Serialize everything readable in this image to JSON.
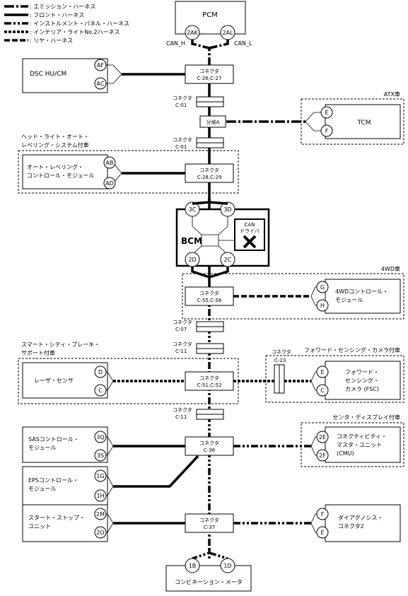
{
  "legend": [
    {
      "label": ": エミッション・ハーネス",
      "style": "emission"
    },
    {
      "label": ": フロント・ハーネス",
      "style": "front"
    },
    {
      "label": ": インストルメント・パネル・ハーネス",
      "style": "instrument"
    },
    {
      "label": ": インテリア・ライトNo.2ハーネス",
      "style": "interior"
    },
    {
      "label": ": リヤ・ハーネス",
      "style": "rear"
    }
  ],
  "pcm": {
    "title": "PCM",
    "pin_left": "2AK",
    "pin_right": "2AL",
    "can_h": "CAN_H",
    "can_l": "CAN_L"
  },
  "connectors": {
    "c26": {
      "title": "コネクタ",
      "code": "C-26,C-27"
    },
    "c01a": {
      "title": "コネクタ",
      "code": "C-01"
    },
    "branch": "分岐A",
    "c01b": {
      "title": "コネクタ",
      "code": "C-01"
    },
    "c28": {
      "title": "コネクタ",
      "code": "C-28,C-29"
    },
    "c55": {
      "title": "コネクタ",
      "code": "C-55,C-56"
    },
    "c07": {
      "title": "コネクタ",
      "code": "C-07"
    },
    "c11a": {
      "title": "コネクタ",
      "code": "C-11"
    },
    "c51": {
      "title": "コネクタ",
      "code": "C-51,C-52"
    },
    "c23": {
      "title": "コネクタ",
      "code": "C-23"
    },
    "c11b": {
      "title": "コネクタ",
      "code": "C-11"
    },
    "c36": {
      "title": "コネクタ",
      "code": "C-36"
    },
    "c37": {
      "title": "コネクタ",
      "code": "C-37"
    }
  },
  "dsc": {
    "title": "DSC HU/CM",
    "pin_top": "AF",
    "pin_bottom": "AC"
  },
  "tcm": {
    "title": "TCM",
    "pin_top": "E",
    "pin_bottom": "F",
    "group": "ATX車"
  },
  "headlight": {
    "group_line1": "ヘッド・ライト・オート・",
    "group_line2": "レベリング・システム付車",
    "title_line1": "オート・レベリング・",
    "title_line2": "コントロール・モジュール",
    "pin_top": "AB",
    "pin_bottom": "AD"
  },
  "bcm": {
    "title": "BCM",
    "pin_tl": "3C",
    "pin_tr": "3D",
    "pin_bl": "2D",
    "pin_br": "2C",
    "driver_line1": "CAN",
    "driver_line2": "ドライバ"
  },
  "fourwd": {
    "group": "4WD車",
    "title_line1": "4WDコントロール・",
    "title_line2": "モジュール",
    "pin_top": "G",
    "pin_bottom": "H"
  },
  "laser": {
    "group_line1": "スマート・シティ・ブレーキ・",
    "group_line2": "サポート付車",
    "title": "レーザ・センサ",
    "pin_top": "D",
    "pin_bottom": "C"
  },
  "fsc": {
    "group": "フォワード・センシング・カメラ付車",
    "title_line1": "フォワード・",
    "title_line2": "センシング・",
    "title_line3": "カメラ (FSC)",
    "pin_top": "E",
    "pin_bottom": "C"
  },
  "sas": {
    "title_line1": "SASコントロール・",
    "title_line2": "モジュール",
    "pin_top": "3Q",
    "pin_bottom": "3S"
  },
  "cmu": {
    "group": "センタ・ディスプレイ付車",
    "title_line1": "コネクティビティ・",
    "title_line2": "マスタ・ユニット",
    "title_line3": "(CMU)",
    "pin_top": "2E",
    "pin_bottom": "2F"
  },
  "eps": {
    "title_line1": "EPSコントロール・",
    "title_line2": "モジュール",
    "pin_top": "1G",
    "pin_bottom": "1H"
  },
  "startstop": {
    "title_line1": "スタート・ストップ・",
    "title_line2": "ユニット",
    "pin_top": "2M",
    "pin_bottom": "2O"
  },
  "diag": {
    "title_line1": "ダイアグノシス・",
    "title_line2": "コネクタ2",
    "pin_top": "F",
    "pin_bottom": "E"
  },
  "meter": {
    "title": "コンビネーション・メータ",
    "pin_left": "1B",
    "pin_right": "1D"
  }
}
